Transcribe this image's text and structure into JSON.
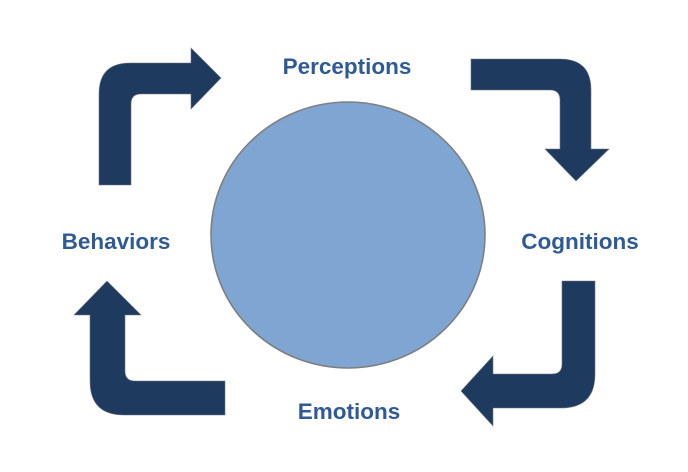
{
  "diagram": {
    "type": "cycle",
    "title": "",
    "center": {
      "shape": "circle",
      "label": "",
      "fill_color": "#7FA6D3",
      "stroke_color": "#7F7F7F"
    },
    "nodes": [
      {
        "id": "perceptions",
        "label": "Perceptions",
        "position": "top"
      },
      {
        "id": "cognitions",
        "label": "Cognitions",
        "position": "right"
      },
      {
        "id": "emotions",
        "label": "Emotions",
        "position": "bottom"
      },
      {
        "id": "behaviors",
        "label": "Behaviors",
        "position": "left"
      }
    ],
    "edges": [
      {
        "from": "behaviors",
        "to": "perceptions",
        "direction": "clockwise"
      },
      {
        "from": "perceptions",
        "to": "cognitions",
        "direction": "clockwise"
      },
      {
        "from": "cognitions",
        "to": "emotions",
        "direction": "clockwise"
      },
      {
        "from": "emotions",
        "to": "behaviors",
        "direction": "clockwise"
      }
    ],
    "colors": {
      "arrow": "#1F3A5F",
      "label_text": "#2E5A96",
      "background": "#FFFFFF"
    }
  }
}
